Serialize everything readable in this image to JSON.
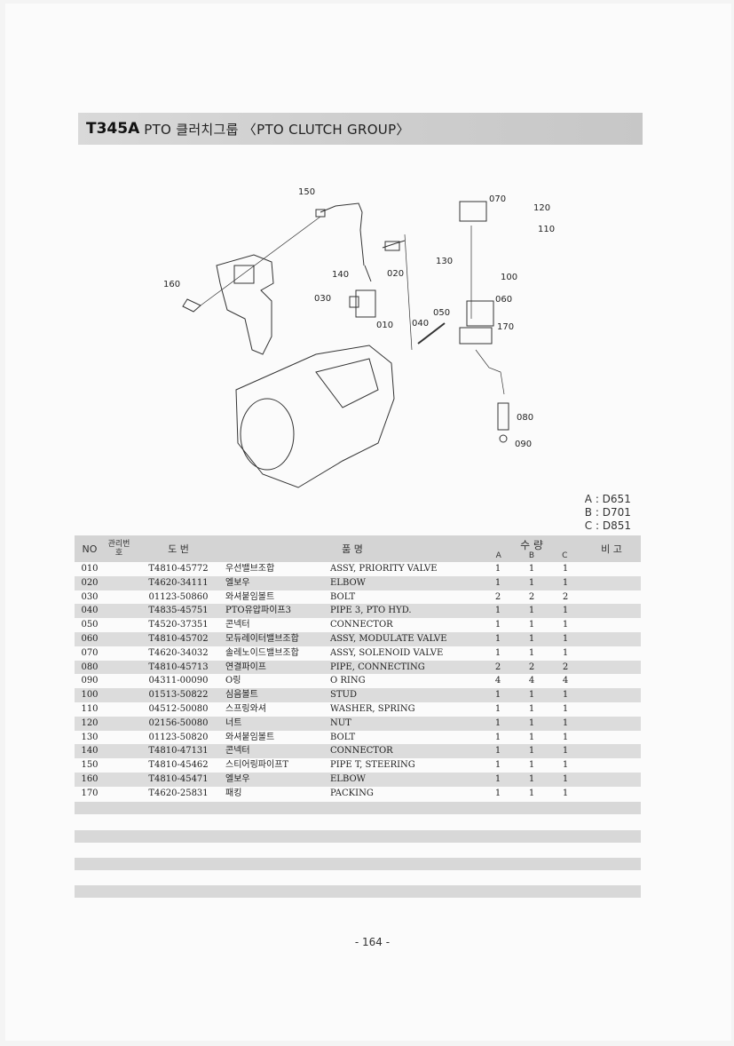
{
  "header": {
    "code": "T345A",
    "title": "PTO 클러치그룹 〈PTO CLUTCH GROUP〉"
  },
  "diagram": {
    "callouts": [
      "150",
      "070",
      "120",
      "110",
      "130",
      "100",
      "160",
      "140",
      "020",
      "030",
      "010",
      "050",
      "060",
      "040",
      "170",
      "080",
      "090"
    ]
  },
  "legend": [
    "A : D651",
    "B : D701",
    "C : D851"
  ],
  "table": {
    "headers": {
      "no": "NO",
      "mgmt": "관리번호",
      "part_no": "도        번",
      "name": "품                    명",
      "qty": "수    량",
      "qty_a": "A",
      "qty_b": "B",
      "qty_c": "C",
      "remarks": "비 고"
    },
    "rows": [
      {
        "no": "010",
        "part": "T4810-45772",
        "kname": "우선밸브조합",
        "ename": "ASSY, PRIORITY VALVE",
        "a": "1",
        "b": "1",
        "c": "1"
      },
      {
        "no": "020",
        "part": "T4620-34111",
        "kname": "엘보우",
        "ename": "ELBOW",
        "a": "1",
        "b": "1",
        "c": "1"
      },
      {
        "no": "030",
        "part": "01123-50860",
        "kname": "와셔붙임볼트",
        "ename": "BOLT",
        "a": "2",
        "b": "2",
        "c": "2"
      },
      {
        "no": "040",
        "part": "T4835-45751",
        "kname": "PTO유압파이프3",
        "ename": "PIPE 3, PTO HYD.",
        "a": "1",
        "b": "1",
        "c": "1"
      },
      {
        "no": "050",
        "part": "T4520-37351",
        "kname": "콘넥터",
        "ename": "CONNECTOR",
        "a": "1",
        "b": "1",
        "c": "1"
      },
      {
        "no": "060",
        "part": "T4810-45702",
        "kname": "모듀레이터밸브조합",
        "ename": "ASSY, MODULATE VALVE",
        "a": "1",
        "b": "1",
        "c": "1"
      },
      {
        "no": "070",
        "part": "T4620-34032",
        "kname": "솔레노이드밸브조합",
        "ename": "ASSY, SOLENOID VALVE",
        "a": "1",
        "b": "1",
        "c": "1"
      },
      {
        "no": "080",
        "part": "T4810-45713",
        "kname": "연결파이프",
        "ename": "PIPE, CONNECTING",
        "a": "2",
        "b": "2",
        "c": "2"
      },
      {
        "no": "090",
        "part": "04311-00090",
        "kname": "O링",
        "ename": "O RING",
        "a": "4",
        "b": "4",
        "c": "4"
      },
      {
        "no": "100",
        "part": "01513-50822",
        "kname": "심음볼트",
        "ename": "STUD",
        "a": "1",
        "b": "1",
        "c": "1"
      },
      {
        "no": "110",
        "part": "04512-50080",
        "kname": "스프링와셔",
        "ename": "WASHER, SPRING",
        "a": "1",
        "b": "1",
        "c": "1"
      },
      {
        "no": "120",
        "part": "02156-50080",
        "kname": "너트",
        "ename": "NUT",
        "a": "1",
        "b": "1",
        "c": "1"
      },
      {
        "no": "130",
        "part": "01123-50820",
        "kname": "와셔붙임볼트",
        "ename": "BOLT",
        "a": "1",
        "b": "1",
        "c": "1"
      },
      {
        "no": "140",
        "part": "T4810-47131",
        "kname": "콘넥터",
        "ename": "CONNECTOR",
        "a": "1",
        "b": "1",
        "c": "1"
      },
      {
        "no": "150",
        "part": "T4810-45462",
        "kname": "스티어링파이프T",
        "ename": "PIPE T, STEERING",
        "a": "1",
        "b": "1",
        "c": "1"
      },
      {
        "no": "160",
        "part": "T4810-45471",
        "kname": "엘보우",
        "ename": "ELBOW",
        "a": "1",
        "b": "1",
        "c": "1"
      },
      {
        "no": "170",
        "part": "T4620-25831",
        "kname": "패킹",
        "ename": "PACKING",
        "a": "1",
        "b": "1",
        "c": "1"
      }
    ]
  },
  "footer": {
    "page": "- 164 -"
  }
}
